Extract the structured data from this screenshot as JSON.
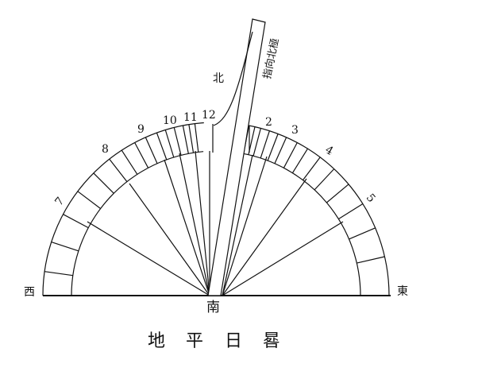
{
  "labels": {
    "west": "西",
    "east": "東",
    "south": "南",
    "north": "北",
    "gnomon": "指向北極"
  },
  "caption": [
    "地",
    "平",
    "日",
    "晷"
  ],
  "hours_morning": [
    "7",
    "8",
    "9",
    "10",
    "11",
    "12"
  ],
  "hours_afternoon": [
    "2",
    "3",
    "4",
    "5"
  ]
}
